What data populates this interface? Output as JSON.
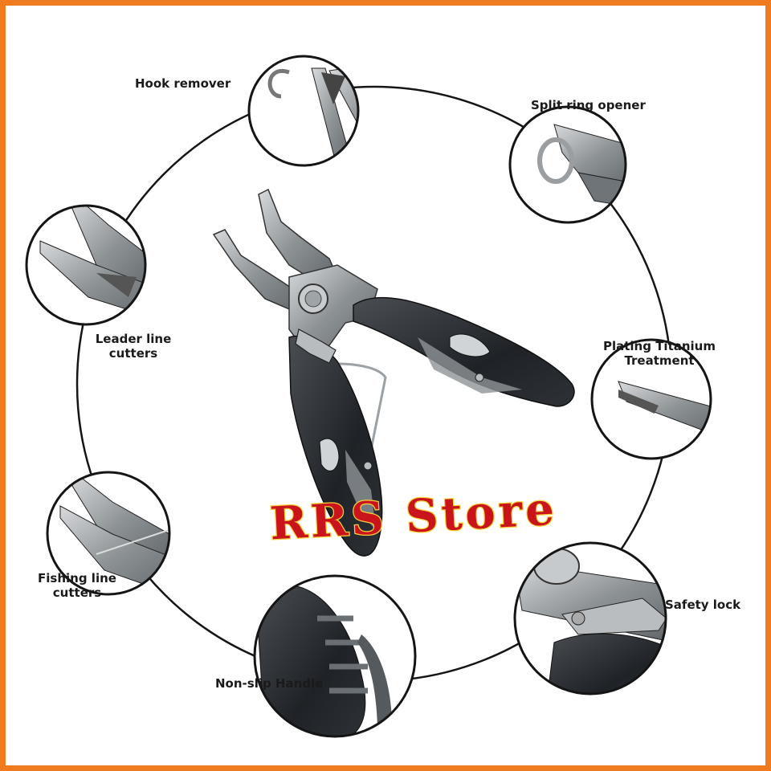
{
  "features": {
    "hook_remover": "Hook remover",
    "split_ring_opener": "Split ring opener",
    "leader_line_cutters_1": "Leader line",
    "leader_line_cutters_2": "cutters",
    "plating_titanium_1": "Plating Titanium",
    "plating_titanium_2": "Treatment",
    "fishing_line_cutters_1": "Fishing line",
    "fishing_line_cutters_2": "cutters",
    "safety_lock": "Safety lock",
    "non_slip_handle": "Non-slip Handle"
  },
  "watermark": {
    "text": "RRS Store",
    "fill_color": "#c8141a",
    "stroke_color": "#f5d23a"
  },
  "colors": {
    "border": "#f07a1e",
    "steel": "#a9adb0",
    "handle": "#2a2d31"
  }
}
